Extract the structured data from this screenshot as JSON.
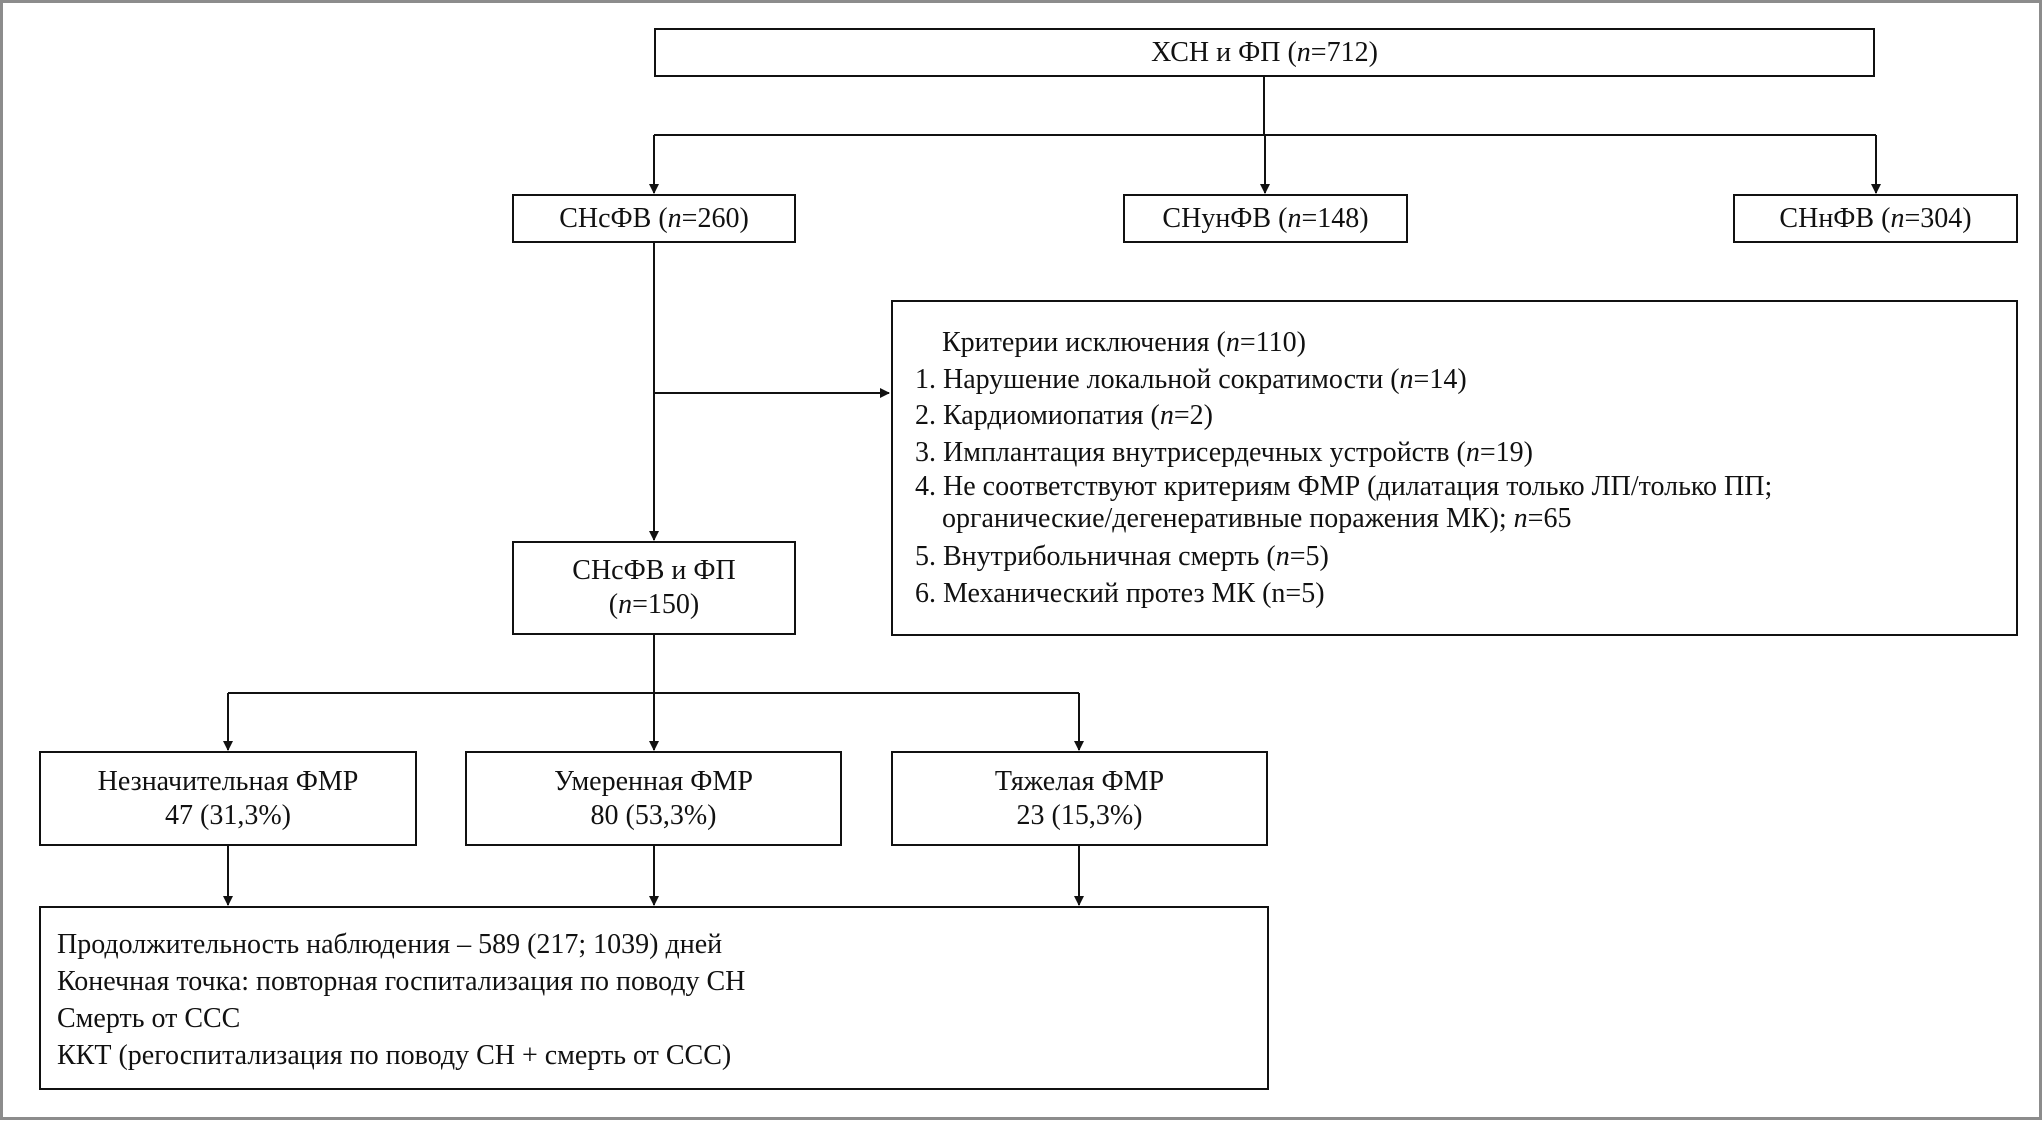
{
  "nodes": {
    "root": {
      "pre": "ХСН и ФП (",
      "n_sym": "n",
      "post": "=712)"
    },
    "hfpef": {
      "pre": "СНсФВ (",
      "n_sym": "n",
      "post": "=260)"
    },
    "hfmref": {
      "pre": "СНунФВ (",
      "n_sym": "n",
      "post": "=148)"
    },
    "hfref": {
      "pre": "СНнФВ (",
      "n_sym": "n",
      "post": "=304)"
    },
    "hfpef_af": {
      "line1": "СНсФВ и ФП",
      "pre": "(",
      "n_sym": "n",
      "post": "=150)"
    },
    "mild": {
      "title": "Незначительная ФМР",
      "value": "47 (31,3%)"
    },
    "moderate": {
      "title": "Умеренная ФМР",
      "value": "80 (53,3%)"
    },
    "severe": {
      "title": "Тяжелая ФМР",
      "value": "23 (15,3%)"
    }
  },
  "exclusion": {
    "header_pre": "Критерии исключения (",
    "header_n": "n",
    "header_post": "=110)",
    "items": [
      {
        "pre": "1. Нарушение локальной сократимости (",
        "n": "n",
        "post": "=14)"
      },
      {
        "pre": "2. Кардиомиопатия (",
        "n": "n",
        "post": "=2)"
      },
      {
        "pre": "3. Имплантация внутрисердечных устройств (",
        "n": "n",
        "post": "=19)"
      },
      {
        "pre": "4. Не соответствуют критериям ФМР (дилатация только ЛП/только ПП;",
        "n": "",
        "post": ""
      },
      {
        "pre": "органические/дегенеративные поражения МК); ",
        "n": "n",
        "post": "=65"
      },
      {
        "pre": "5. Внутрибольничная смерть (",
        "n": "n",
        "post": "=5)"
      },
      {
        "pre": "6. Механический протез МК (n=5)",
        "n": "",
        "post": ""
      }
    ]
  },
  "observation": {
    "lines": [
      "Продолжительность наблюдения – 589 (217; 1039) дней",
      "Конечная точка: повторная госпитализация по поводу СН",
      "Смерть от ССС",
      "ККТ (регоспитализация по поводу СН + смерть от ССС)"
    ]
  },
  "colors": {
    "line": "#111111",
    "frame": "#8c8c8c",
    "background": "#ffffff"
  }
}
